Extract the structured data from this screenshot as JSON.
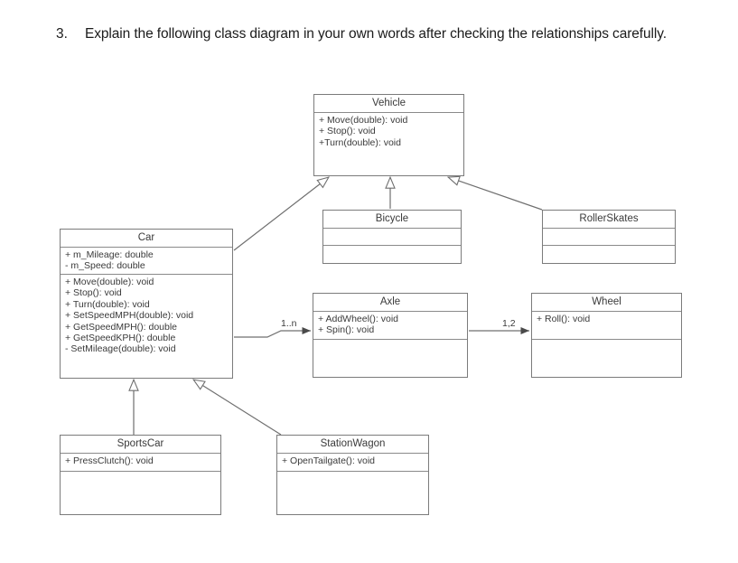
{
  "question": {
    "number": "3.",
    "text": "Explain the following class diagram in your own words after checking the relationships carefully."
  },
  "diagram": {
    "type": "uml-class-diagram",
    "stroke_color": "#7b7b7b",
    "text_color": "#3a3a3a",
    "background": "#ffffff",
    "classes": [
      {
        "id": "vehicle",
        "name": "Vehicle",
        "attributes": [],
        "operations": [
          "+ Move(double): void",
          "+ Stop(): void",
          "+Turn(double): void"
        ]
      },
      {
        "id": "car",
        "name": "Car",
        "attributes": [
          "+ m_Mileage: double",
          "-  m_Speed: double"
        ],
        "operations": [
          "+ Move(double): void",
          "+ Stop(): void",
          "+ Turn(double): void",
          "+ SetSpeedMPH(double): void",
          "+ GetSpeedMPH(): double",
          "+ GetSpeedKPH(): double",
          "-  SetMileage(double): void"
        ]
      },
      {
        "id": "bicycle",
        "name": "Bicycle",
        "attributes": [],
        "operations": []
      },
      {
        "id": "rollerskates",
        "name": "RollerSkates",
        "attributes": [],
        "operations": []
      },
      {
        "id": "axle",
        "name": "Axle",
        "attributes": [
          "+ AddWheel(): void",
          "+ Spin(): void"
        ],
        "operations": []
      },
      {
        "id": "wheel",
        "name": "Wheel",
        "attributes": [
          "+ Roll(): void"
        ],
        "operations": []
      },
      {
        "id": "sportscar",
        "name": "SportsCar",
        "attributes": [
          "+ PressClutch(): void"
        ],
        "operations": []
      },
      {
        "id": "stationwagon",
        "name": "StationWagon",
        "attributes": [
          "+ OpenTailgate(): void"
        ],
        "operations": []
      }
    ],
    "relationships": [
      {
        "id": "car-vehicle",
        "from": "Car",
        "to": "Vehicle",
        "kind": "generalization",
        "multiplicity": ""
      },
      {
        "id": "bicycle-vehicle",
        "from": "Bicycle",
        "to": "Vehicle",
        "kind": "generalization",
        "multiplicity": ""
      },
      {
        "id": "rollerskates-vehicle",
        "from": "RollerSkates",
        "to": "Vehicle",
        "kind": "generalization",
        "multiplicity": ""
      },
      {
        "id": "sportscar-car",
        "from": "SportsCar",
        "to": "Car",
        "kind": "generalization",
        "multiplicity": ""
      },
      {
        "id": "stationwagon-car",
        "from": "StationWagon",
        "to": "Car",
        "kind": "generalization",
        "multiplicity": ""
      },
      {
        "id": "car-axle",
        "from": "Car",
        "to": "Axle",
        "kind": "association",
        "multiplicity": "1..n"
      },
      {
        "id": "axle-wheel",
        "from": "Axle",
        "to": "Wheel",
        "kind": "association",
        "multiplicity": "1,2"
      }
    ],
    "multiplicity_labels": {
      "car_axle": "1..n",
      "axle_wheel": "1,2"
    }
  }
}
